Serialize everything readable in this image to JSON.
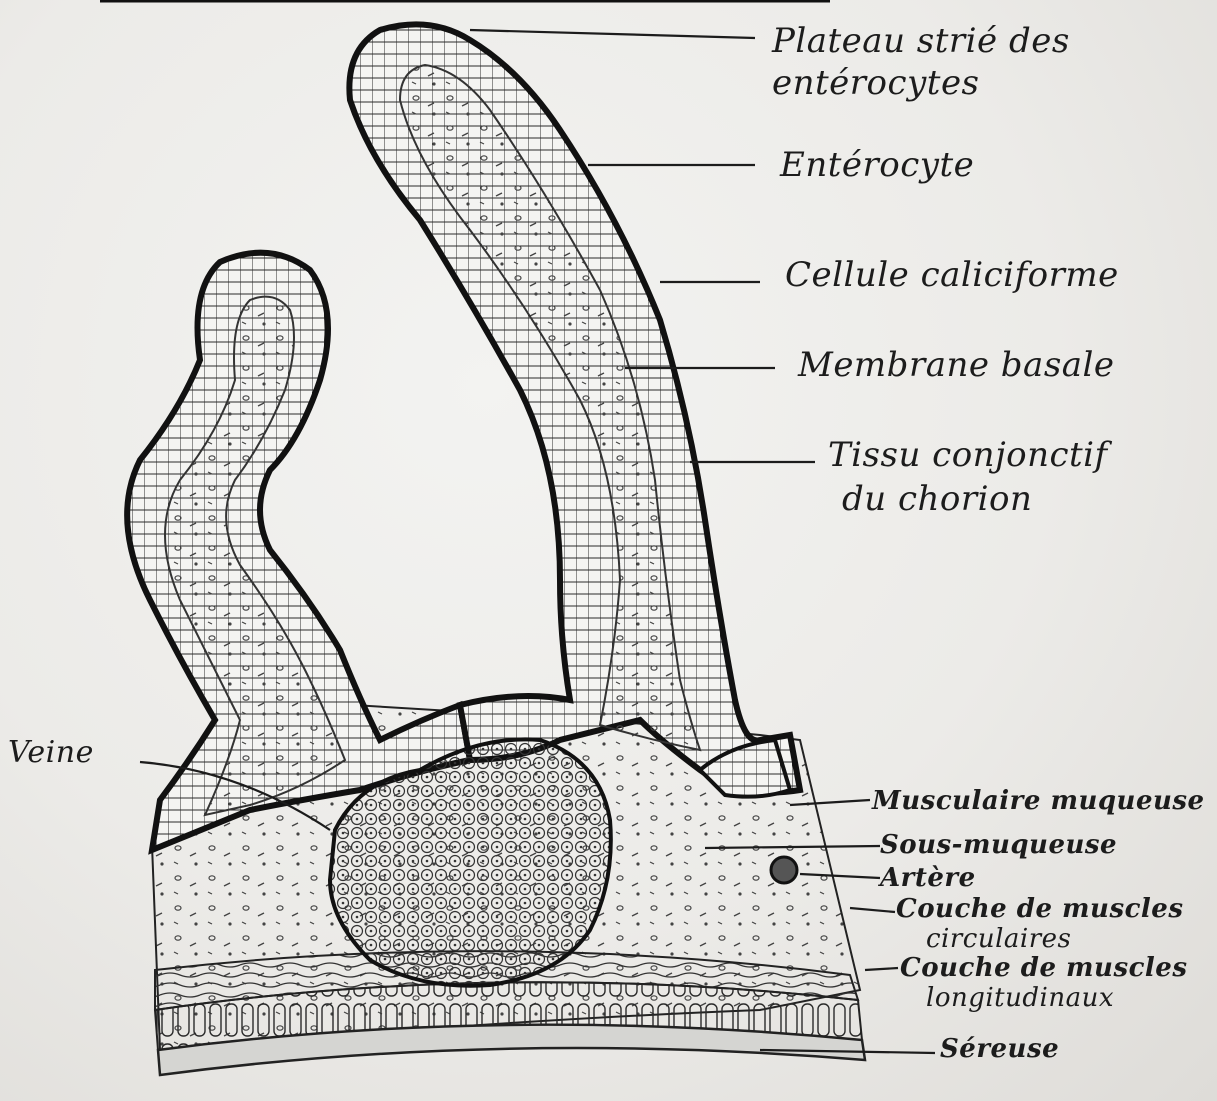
{
  "labels": {
    "plateau_line1": "Plateau strié des",
    "plateau_line2": "entérocytes",
    "enterocyte": "Entérocyte",
    "cellule": "Cellule caliciforme",
    "membrane": "Membrane basale",
    "tissu_line1": "Tissu conjonctif",
    "tissu_line2": "du chorion",
    "veine": "Veine",
    "musculaire": "Musculaire muqueuse",
    "sous": "Sous-muqueuse",
    "artere": "Artère",
    "couche_circ_line1": "Couche de muscles",
    "couche_circ_line2": "circulaires",
    "couche_long_line1": "Couche de muscles",
    "couche_long_line2": "longitudinaux",
    "sereuse": "Séreuse"
  },
  "colors": {
    "ink": "#1c1c1c",
    "paper": "#ecebe8",
    "shade": "#5a5a58"
  }
}
